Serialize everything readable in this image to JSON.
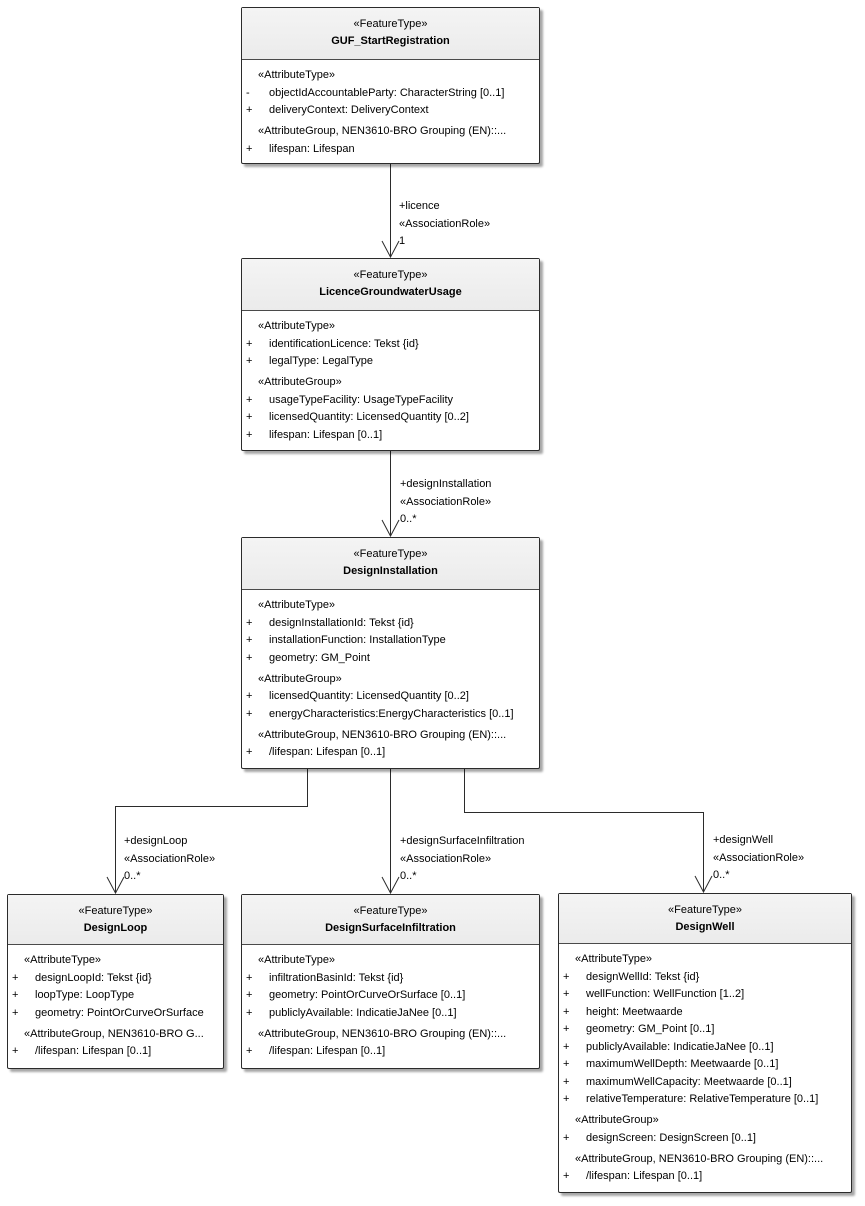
{
  "classes": [
    {
      "id": "guf",
      "stereotype": "«FeatureType»",
      "name": "GUF_StartRegistration",
      "groups": [
        {
          "label": "«AttributeType»",
          "attrs": [
            {
              "vis": "-",
              "text": "objectIdAccountableParty: CharacterString [0..1]"
            },
            {
              "vis": "+",
              "text": "deliveryContext: DeliveryContext"
            }
          ]
        },
        {
          "label": "«AttributeGroup, NEN3610-BRO Grouping (EN)::...",
          "attrs": [
            {
              "vis": "+",
              "text": "lifespan: Lifespan"
            }
          ]
        }
      ]
    },
    {
      "id": "licence",
      "stereotype": "«FeatureType»",
      "name": "LicenceGroundwaterUsage",
      "groups": [
        {
          "label": "«AttributeType»",
          "attrs": [
            {
              "vis": "+",
              "text": "identificationLicence: Tekst {id}"
            },
            {
              "vis": "+",
              "text": "legalType: LegalType"
            }
          ]
        },
        {
          "label": "«AttributeGroup»",
          "attrs": [
            {
              "vis": "+",
              "text": "usageTypeFacility: UsageTypeFacility"
            },
            {
              "vis": "+",
              "text": "licensedQuantity: LicensedQuantity [0..2]"
            },
            {
              "vis": "+",
              "text": "lifespan: Lifespan [0..1]"
            }
          ]
        }
      ]
    },
    {
      "id": "installation",
      "stereotype": "«FeatureType»",
      "name": "DesignInstallation",
      "groups": [
        {
          "label": "«AttributeType»",
          "attrs": [
            {
              "vis": "+",
              "text": "designInstallationId: Tekst {id}"
            },
            {
              "vis": "+",
              "text": "installationFunction: InstallationType"
            },
            {
              "vis": "+",
              "text": "geometry: GM_Point"
            }
          ]
        },
        {
          "label": "«AttributeGroup»",
          "attrs": [
            {
              "vis": "+",
              "text": "licensedQuantity: LicensedQuantity [0..2]"
            },
            {
              "vis": "+",
              "text": "energyCharacteristics:EnergyCharacteristics [0..1]"
            }
          ]
        },
        {
          "label": "«AttributeGroup, NEN3610-BRO Grouping (EN)::...",
          "attrs": [
            {
              "vis": "+",
              "text": "/lifespan: Lifespan [0..1]"
            }
          ]
        }
      ]
    },
    {
      "id": "loop",
      "stereotype": "«FeatureType»",
      "name": "DesignLoop",
      "groups": [
        {
          "label": "«AttributeType»",
          "attrs": [
            {
              "vis": "+",
              "text": "designLoopId: Tekst {id}"
            },
            {
              "vis": "+",
              "text": "loopType: LoopType"
            },
            {
              "vis": "+",
              "text": "geometry: PointOrCurveOrSurface"
            }
          ]
        },
        {
          "label": "«AttributeGroup, NEN3610-BRO G...",
          "attrs": [
            {
              "vis": "+",
              "text": "/lifespan: Lifespan [0..1]"
            }
          ]
        }
      ]
    },
    {
      "id": "infiltration",
      "stereotype": "«FeatureType»",
      "name": "DesignSurfaceInfiltration",
      "groups": [
        {
          "label": "«AttributeType»",
          "attrs": [
            {
              "vis": "+",
              "text": "infiltrationBasinId: Tekst {id}"
            },
            {
              "vis": "+",
              "text": "geometry: PointOrCurveOrSurface [0..1]"
            },
            {
              "vis": "+",
              "text": "publiclyAvailable: IndicatieJaNee [0..1]"
            }
          ]
        },
        {
          "label": "«AttributeGroup, NEN3610-BRO Grouping (EN)::...",
          "attrs": [
            {
              "vis": "+",
              "text": "/lifespan: Lifespan [0..1]"
            }
          ]
        }
      ]
    },
    {
      "id": "well",
      "stereotype": "«FeatureType»",
      "name": "DesignWell",
      "groups": [
        {
          "label": "«AttributeType»",
          "attrs": [
            {
              "vis": "+",
              "text": "designWellId: Tekst {id}"
            },
            {
              "vis": "+",
              "text": "wellFunction: WellFunction [1..2]"
            },
            {
              "vis": "+",
              "text": "height: Meetwaarde"
            },
            {
              "vis": "+",
              "text": "geometry: GM_Point [0..1]"
            },
            {
              "vis": "+",
              "text": "publiclyAvailable: IndicatieJaNee [0..1]"
            },
            {
              "vis": "+",
              "text": "maximumWellDepth: Meetwaarde [0..1]"
            },
            {
              "vis": "+",
              "text": "maximumWellCapacity: Meetwaarde [0..1]"
            },
            {
              "vis": "+",
              "text": "relativeTemperature: RelativeTemperature [0..1]"
            }
          ]
        },
        {
          "label": "«AttributeGroup»",
          "attrs": [
            {
              "vis": "+",
              "text": "designScreen: DesignScreen [0..1]"
            }
          ]
        },
        {
          "label": "«AttributeGroup, NEN3610-BRO Grouping (EN)::...",
          "attrs": [
            {
              "vis": "+",
              "text": "/lifespan: Lifespan [0..1]"
            }
          ]
        }
      ]
    }
  ],
  "associations": [
    {
      "id": "licence",
      "role": "+licence",
      "stereotype": "«AssociationRole»",
      "multiplicity": "1"
    },
    {
      "id": "designInstallation",
      "role": "+designInstallation",
      "stereotype": "«AssociationRole»",
      "multiplicity": "0..*"
    },
    {
      "id": "designLoop",
      "role": "+designLoop",
      "stereotype": "«AssociationRole»",
      "multiplicity": "0..*"
    },
    {
      "id": "designSurfaceInfiltration",
      "role": "+designSurfaceInfiltration",
      "stereotype": "«AssociationRole»",
      "multiplicity": "0..*"
    },
    {
      "id": "designWell",
      "role": "+designWell",
      "stereotype": "«AssociationRole»",
      "multiplicity": "0..*"
    }
  ]
}
